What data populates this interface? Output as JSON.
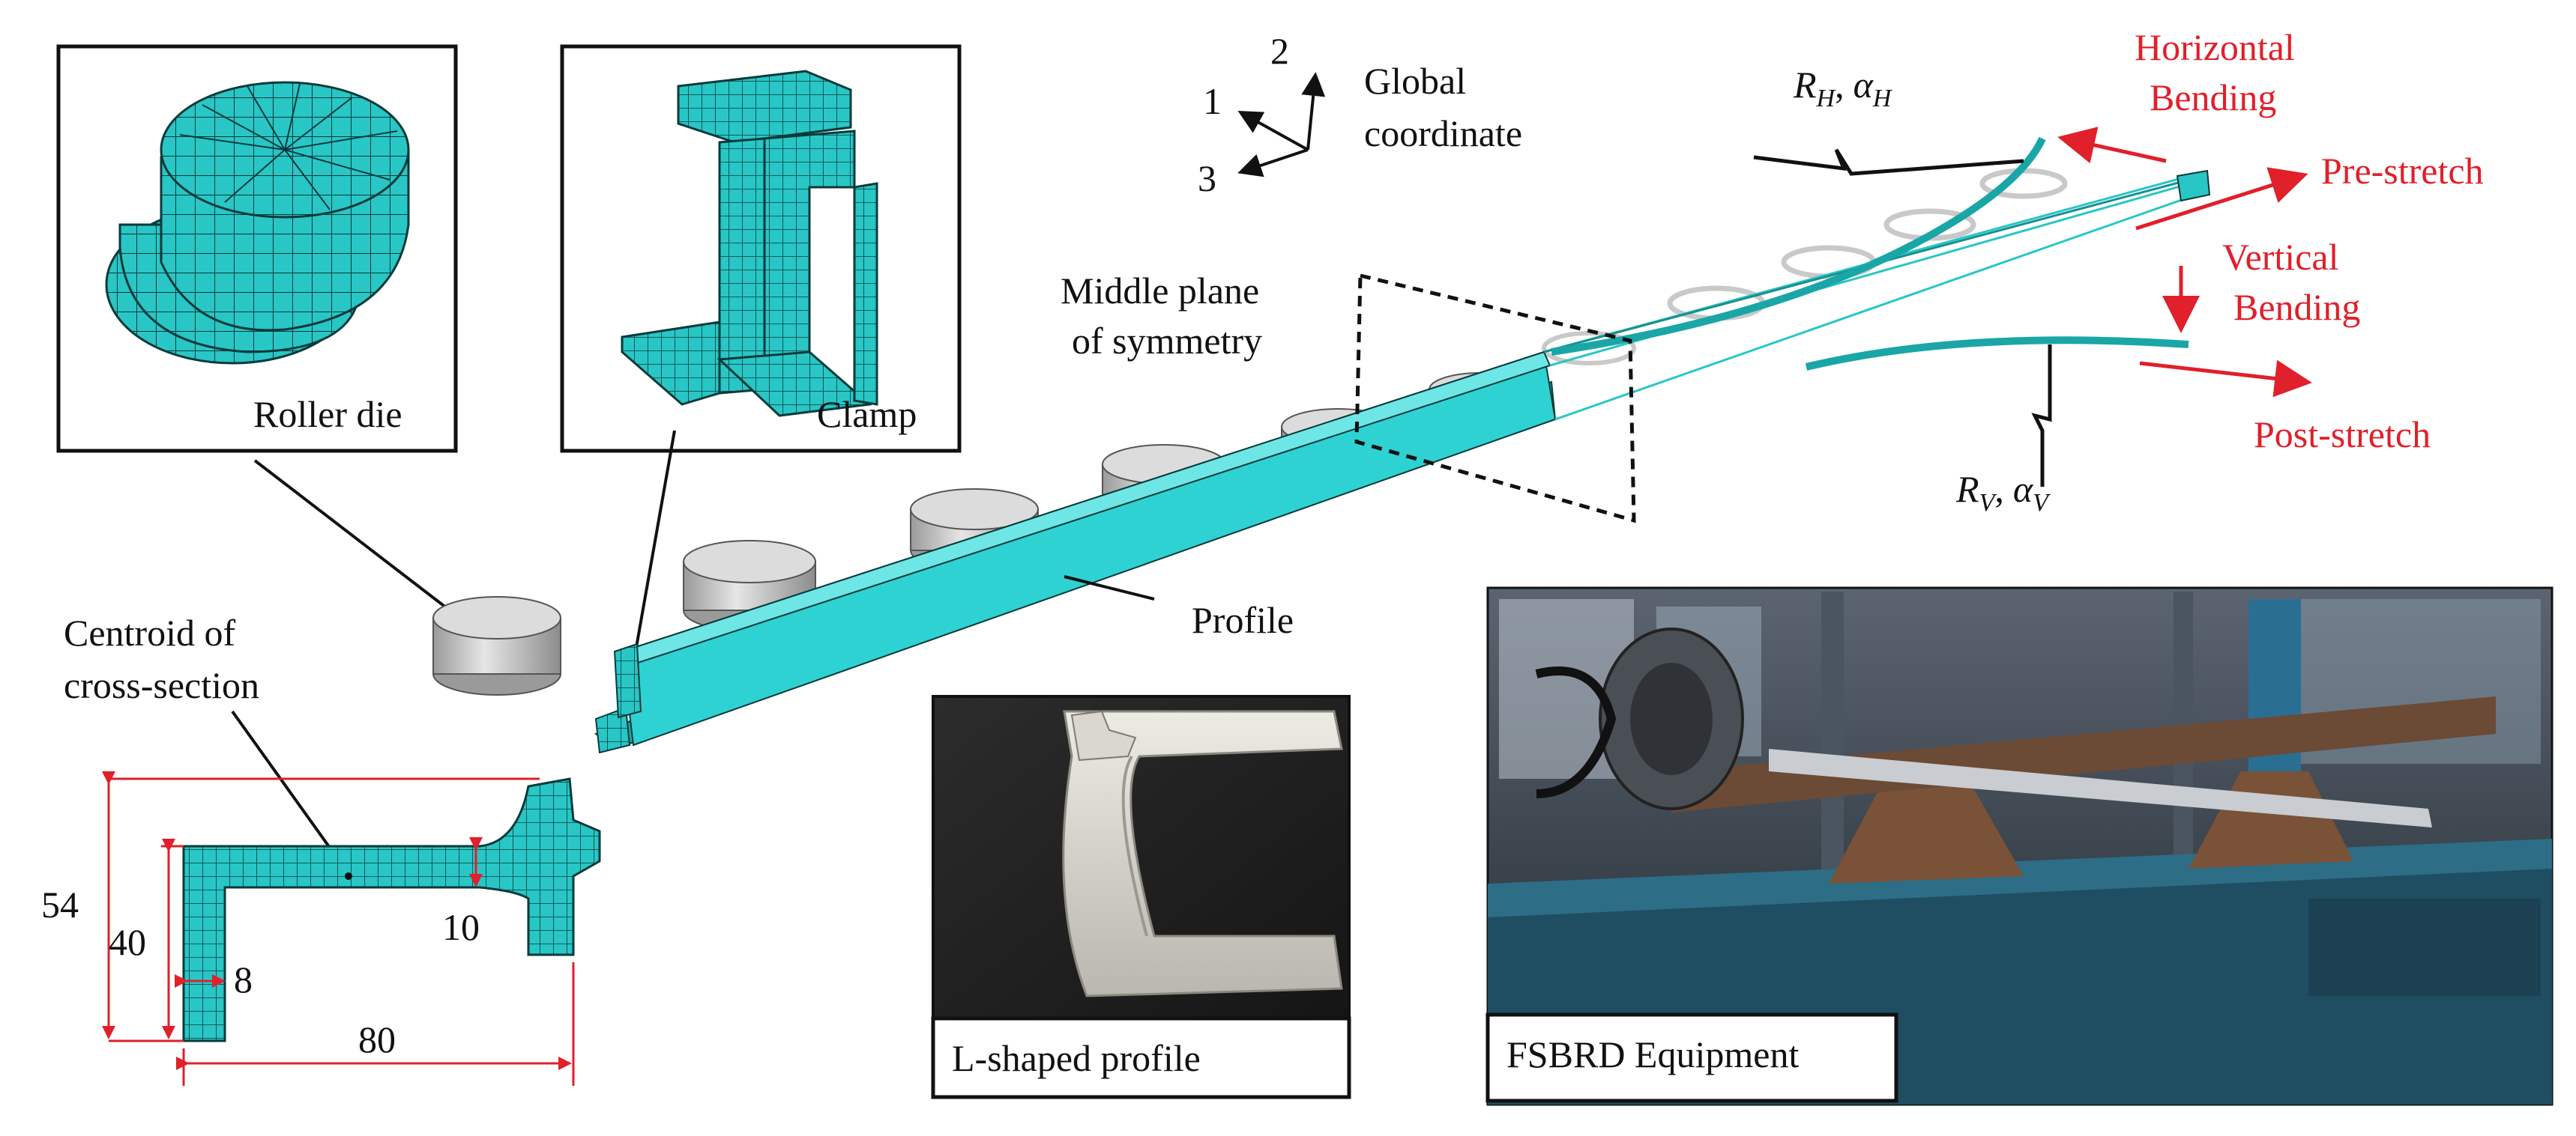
{
  "coord": {
    "axis_1": "1",
    "axis_2": "2",
    "axis_3": "3",
    "label_line1": "Global",
    "label_line2": "coordinate"
  },
  "callouts": {
    "roller_die": "Roller die",
    "clamp": "Clamp",
    "middle_plane_line1": "Middle plane",
    "middle_plane_line2": "of symmetry",
    "profile": "Profile",
    "centroid_line1": "Centroid of",
    "centroid_line2": "cross-section"
  },
  "loads": {
    "horizontal_line1": "Horizontal",
    "horizontal_line2": "Bending",
    "pre_stretch": "Pre-stretch",
    "vertical_line1": "Vertical",
    "vertical_line2": "Bending",
    "post_stretch": "Post-stretch",
    "rh_symbol": "R",
    "rh_sub": "H",
    "ah_symbol": "α",
    "ah_sub": "H",
    "rv_symbol": "R",
    "rv_sub": "V",
    "av_symbol": "α",
    "av_sub": "V",
    "comma": ","
  },
  "dimensions": {
    "height_total": "54",
    "height_flange": "40",
    "web_thickness": "8",
    "flange_thickness": "10",
    "width": "80"
  },
  "photos": {
    "profile_caption": "L-shaped profile",
    "equipment_caption": "FSBRD Equipment"
  },
  "colors": {
    "mesh": "#29c6c6",
    "annotation_red": "#e0202a",
    "roller_gray": "#c8c8c8"
  }
}
